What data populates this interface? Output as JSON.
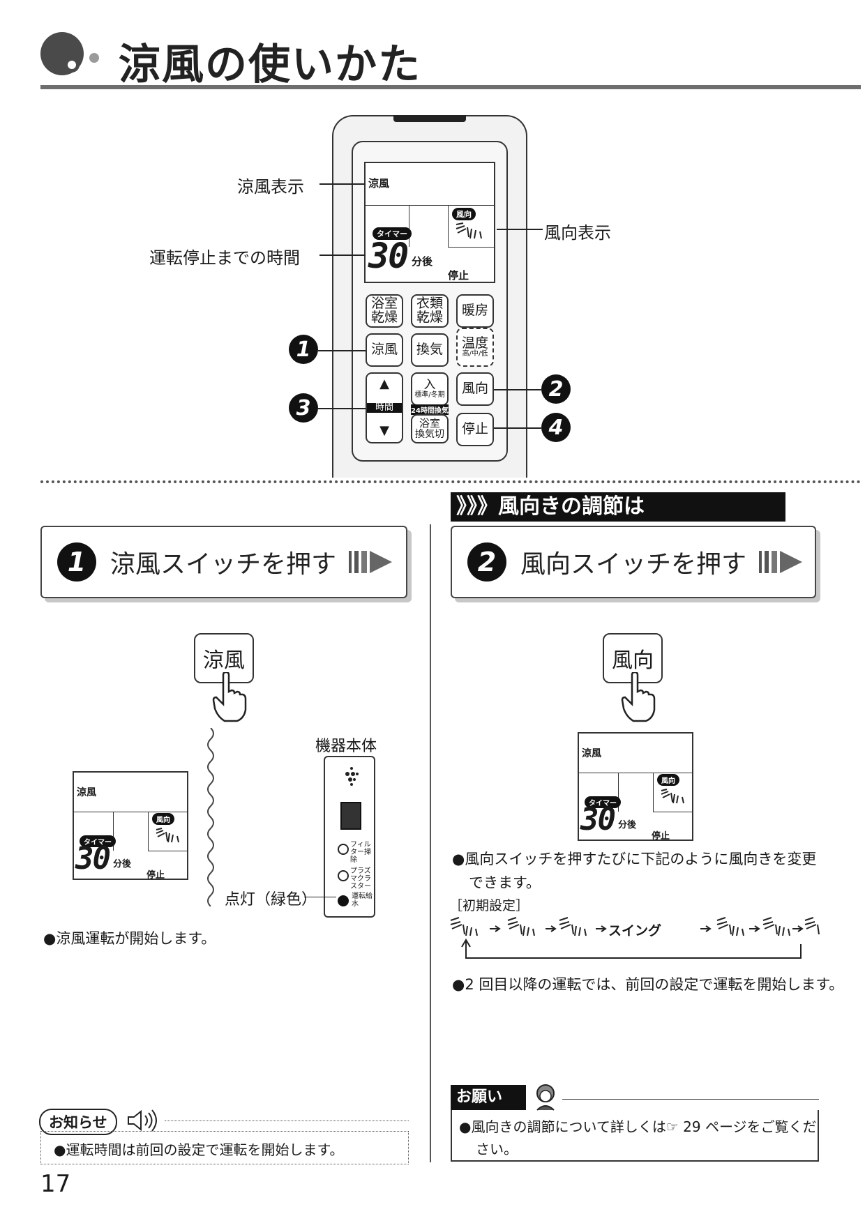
{
  "header": {
    "title": "涼風の使いかた"
  },
  "remote": {
    "lcd": {
      "mode_label": "涼風",
      "wind_pill": "風向",
      "timer_pill": "タイマー",
      "digits": "30",
      "minutes_after": "分後",
      "stop": "停止"
    },
    "buttons": {
      "bath_dry_1": "浴室",
      "bath_dry_2": "乾燥",
      "clothes_dry_1": "衣類",
      "clothes_dry_2": "乾燥",
      "heat": "暖房",
      "cool": "涼風",
      "vent": "換気",
      "temp": "温度",
      "temp_sub": "高/中/低",
      "on": "入",
      "on_sub1": "標準/冬期",
      "on_sub2": "24時間換気",
      "time": "時間",
      "wind": "風向",
      "bath_vent_off_1": "浴室",
      "bath_vent_off_2": "換気切",
      "stop": "停止"
    },
    "callouts": {
      "cool_display": "涼風表示",
      "time_until_stop": "運転停止までの時間",
      "wind_display": "風向表示",
      "n1": "1",
      "n2": "2",
      "n3": "3",
      "n4": "4"
    }
  },
  "section_tag": "》》》風向きの調節は",
  "step1": {
    "num": "1",
    "title": "涼風スイッチを押す",
    "press_button": "涼風",
    "device_label": "機器本体",
    "device_filter": "フィルター掃除",
    "device_plasma": "プラズマクラスター",
    "device_run": "運転給水",
    "light_label": "点灯（緑色）",
    "bullet": "●涼風運転が開始します。"
  },
  "step2": {
    "num": "2",
    "title": "風向スイッチを押す",
    "press_button": "風向",
    "bullet1_a": "●風向スイッチを押すたびに下記のように風向きを変更",
    "bullet1_b": "できます。",
    "initial_setting": "［初期設定］",
    "swing": "スイング",
    "bullet2": "●2 回目以降の運転では、前回の設定で運転を開始します。"
  },
  "notice": {
    "label": "お知らせ",
    "text": "●運転時間は前回の設定で運転を開始します。"
  },
  "request": {
    "label": "お願い",
    "text_a": "●風向きの調節について詳しくは☞ 29 ページをご覧くだ",
    "text_b": "さい。"
  },
  "page_number": "17"
}
